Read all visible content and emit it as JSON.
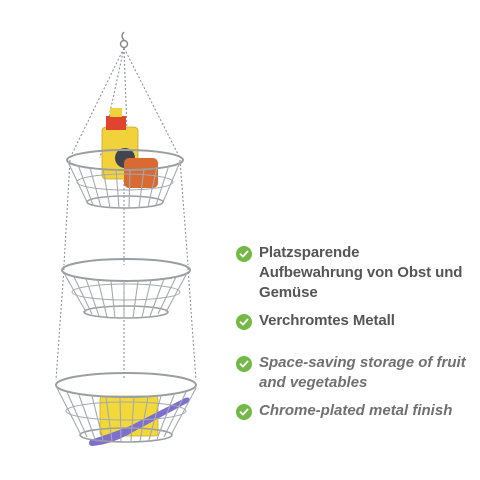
{
  "features_de": [
    {
      "text": "Platzsparende Aufbewahrung von Obst und Gemüse",
      "icon": "check-icon"
    },
    {
      "text": "Verchromtes Metall",
      "icon": "check-icon"
    }
  ],
  "features_en": [
    {
      "text": "Space-saving storage of fruit and vegetables",
      "icon": "check-icon"
    },
    {
      "text": "Chrome-plated metal finish",
      "icon": "check-icon"
    }
  ],
  "colors": {
    "check": "#74b846",
    "text_de": "#555555",
    "text_en": "#707070",
    "chrome": "#9a9ea3"
  },
  "product_image": {
    "icon": "hanging-basket-image"
  }
}
